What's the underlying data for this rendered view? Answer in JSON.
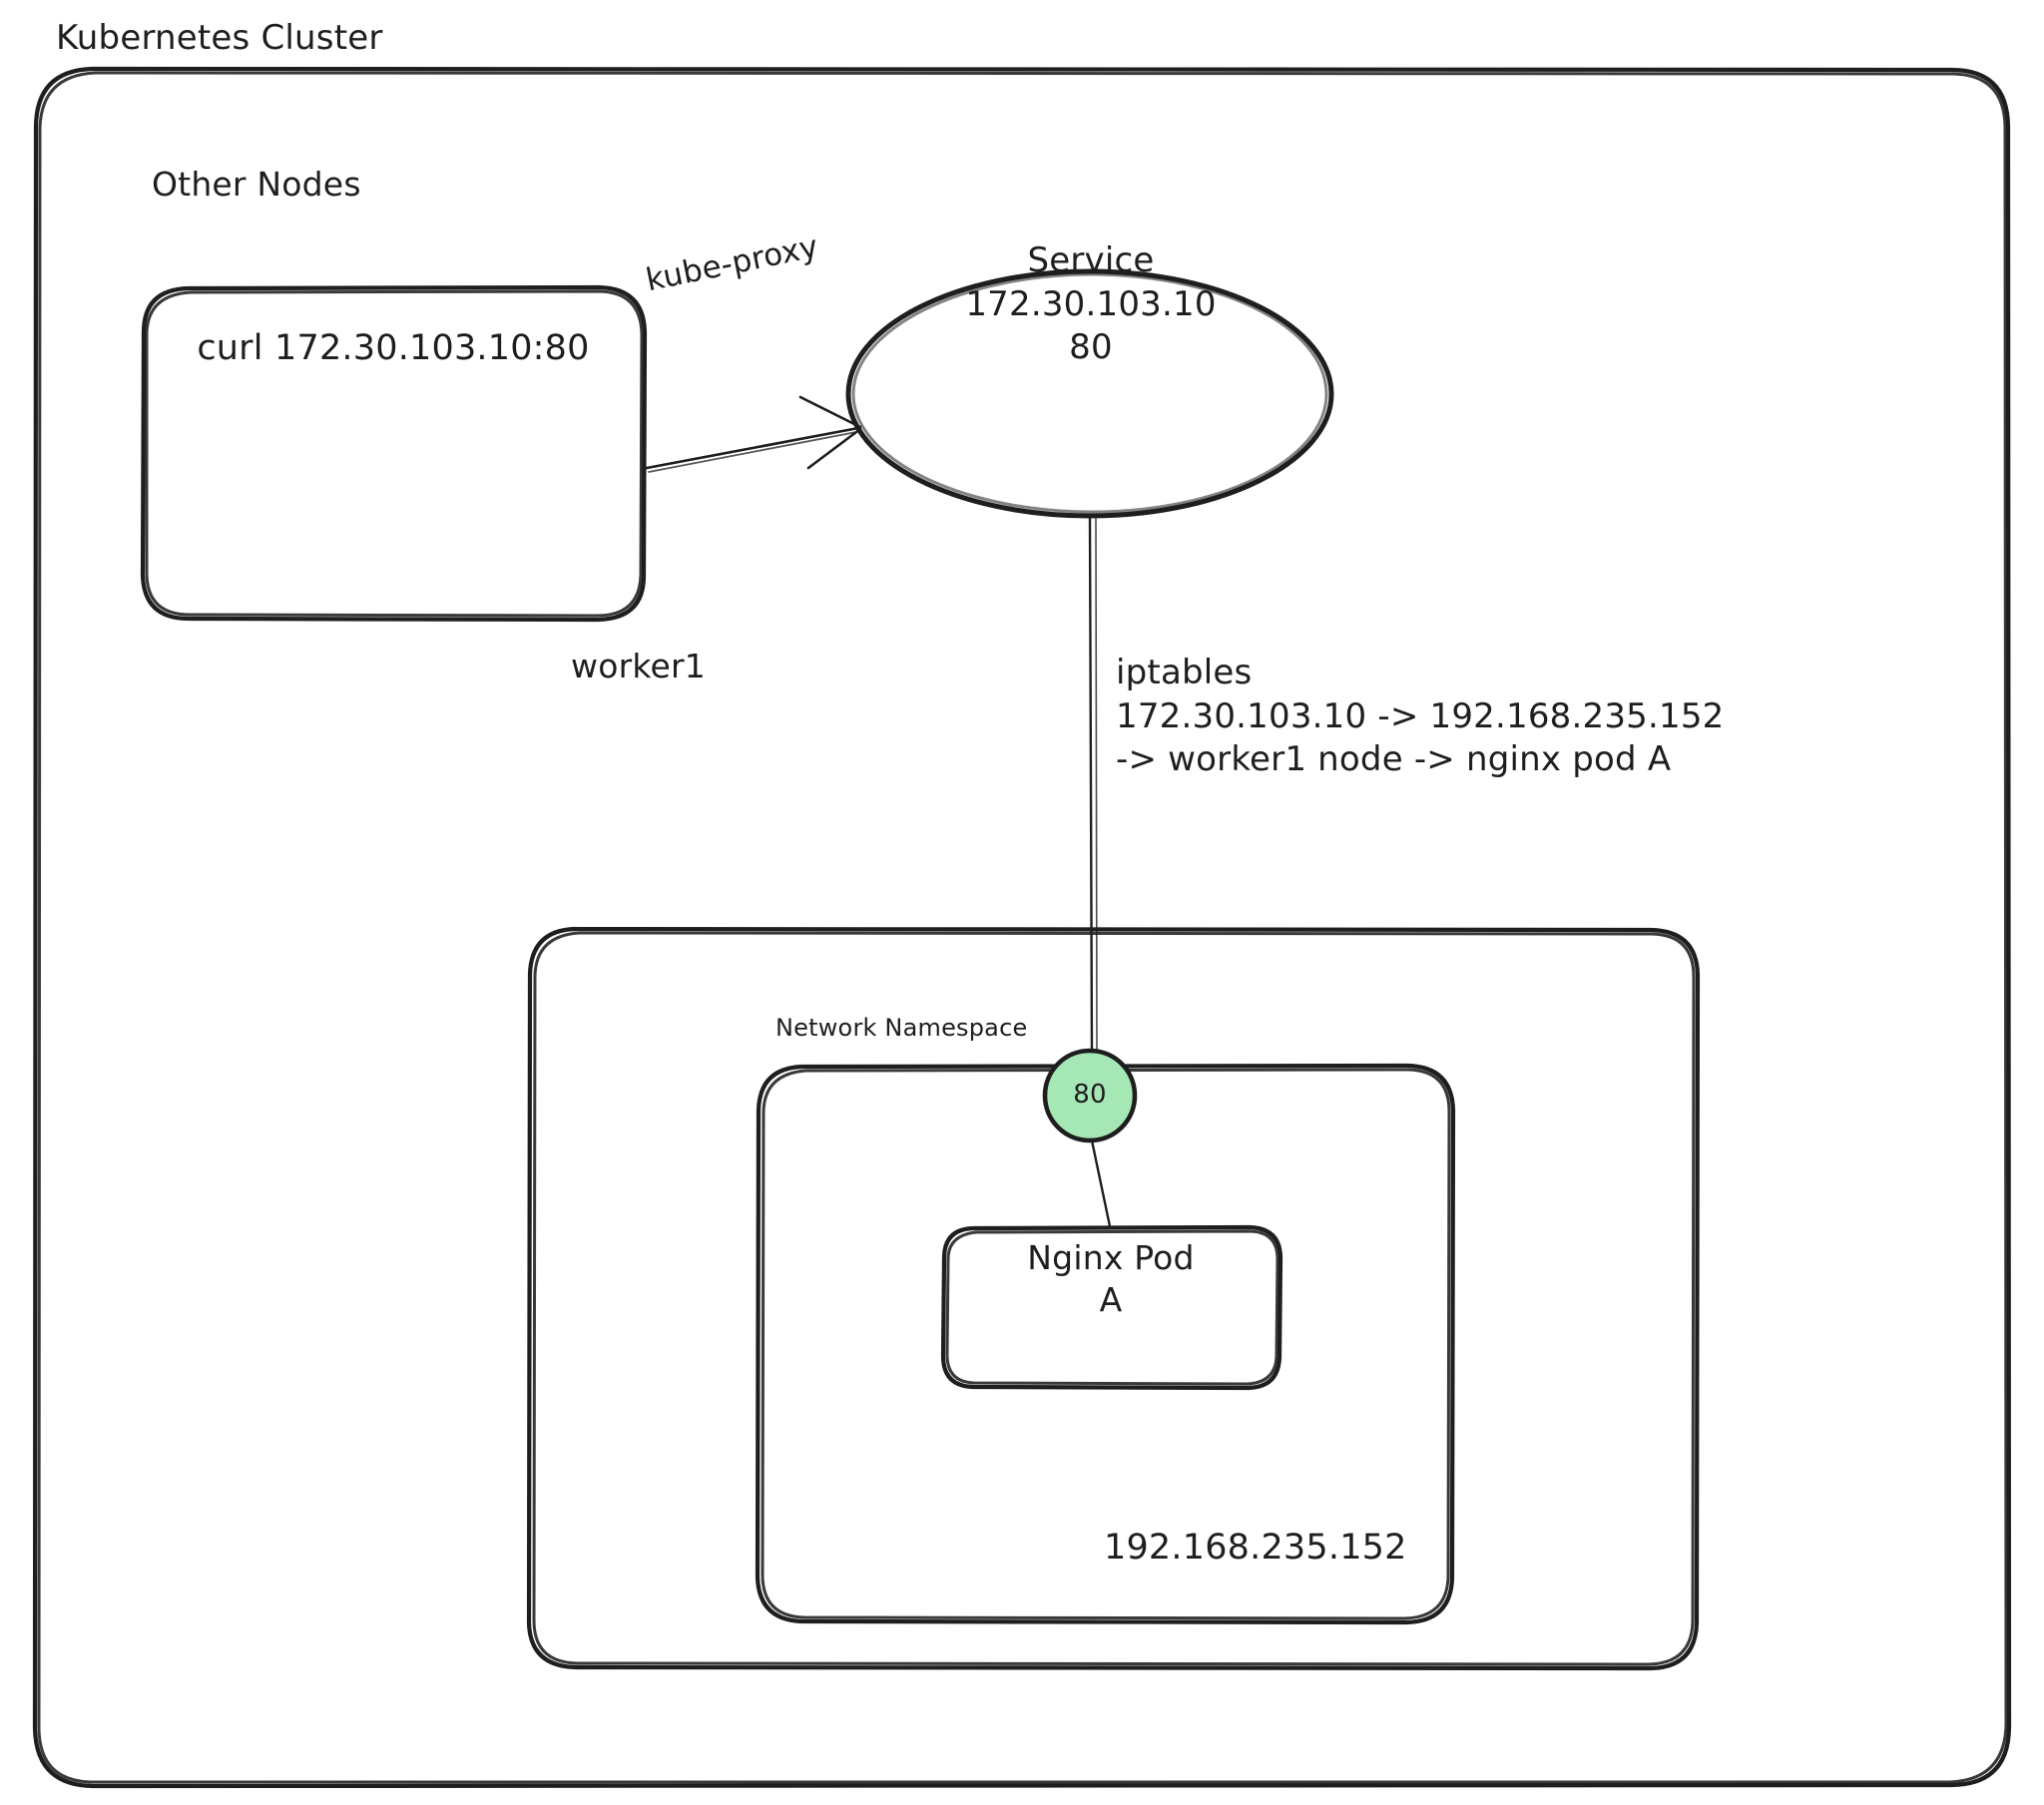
{
  "diagram": {
    "title": "Kubernetes Cluster",
    "style": "hand-drawn",
    "accent_green": "#a5e8b6",
    "stroke_color": "#1e1e1e",
    "background": "#ffffff"
  },
  "cluster": {
    "label": "Kubernetes Cluster"
  },
  "other_nodes": {
    "label": "Other Nodes",
    "command": "curl 172.30.103.10:80"
  },
  "edges": {
    "kube_proxy_label": "kube-proxy"
  },
  "service": {
    "name": "Service",
    "cluster_ip": "172.30.103.10",
    "port": "80",
    "text": "Service\n172.30.103.10\n80"
  },
  "iptables": {
    "title": "iptables",
    "rule_line1": "172.30.103.10 -> 192.168.235.152",
    "rule_line2": "-> worker1 node -> nginx pod A",
    "text": "iptables\n172.30.103.10 -> 192.168.235.152\n-> worker1 node -> nginx pod A"
  },
  "worker": {
    "label": "worker1"
  },
  "network_namespace": {
    "label": "Network Namespace",
    "pod_ip": "192.168.235.152"
  },
  "port_node": {
    "label": "80"
  },
  "pod": {
    "name": "Nginx Pod",
    "suffix": "A",
    "text": "Nginx Pod\nA"
  }
}
